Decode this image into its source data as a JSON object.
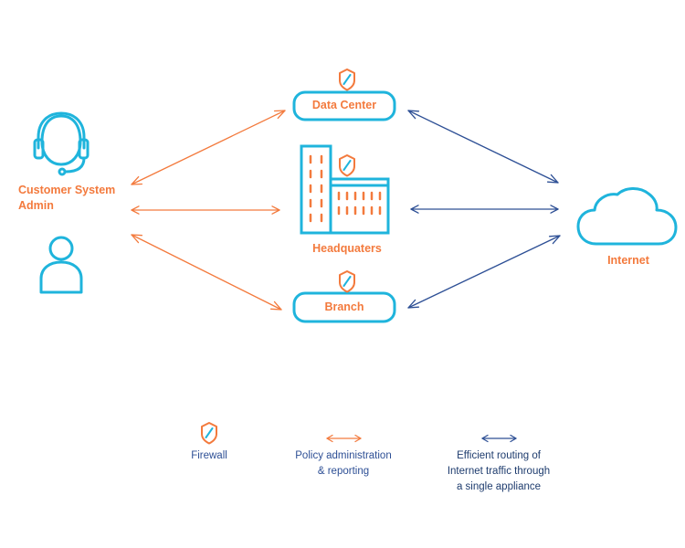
{
  "nodes": {
    "admin": {
      "line1": "Customer System",
      "line2": "Admin"
    },
    "data_center": {
      "label": "Data Center"
    },
    "headquarters": {
      "label": "Headquaters"
    },
    "branch": {
      "label": "Branch"
    },
    "internet": {
      "label": "Internet"
    }
  },
  "legend": {
    "firewall": "Firewall",
    "policy": {
      "line1": "Policy administration",
      "line2": "& reporting"
    },
    "routing": {
      "line1": "Efficient routing of",
      "line2": "Internet traffic through",
      "line3": "a single appliance"
    }
  },
  "colors": {
    "primary_blue": "#1fb4dc",
    "accent_orange": "#f37a3d",
    "navy": "#2d4f95",
    "legend_text": "#1e3c6e"
  },
  "icons": [
    "headset-person-icon",
    "person-icon",
    "building-icon",
    "cloud-icon",
    "shield-icon"
  ]
}
